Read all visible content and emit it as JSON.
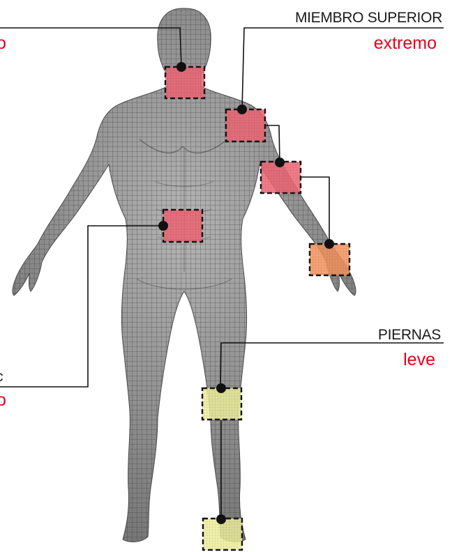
{
  "labels": [
    {
      "id": "cuello-severity-fragment",
      "text": "o",
      "color": "#e3001b"
    },
    {
      "id": "miembro-superior-title",
      "text": "MIEMBRO SUPERIOR",
      "color": "#1a1a1a"
    },
    {
      "id": "miembro-superior-severity",
      "text": "extremo",
      "color": "#e3001b"
    },
    {
      "id": "tronco-title-fragment",
      "text": "c",
      "color": "#1a1a1a"
    },
    {
      "id": "tronco-severity-fragment",
      "text": "o",
      "color": "#e3001b"
    },
    {
      "id": "piernas-title",
      "text": "PIERNAS",
      "color": "#1a1a1a"
    },
    {
      "id": "piernas-severity",
      "text": "leve",
      "color": "#e3001b"
    }
  ],
  "severity_colors": {
    "extreme": "#f06472",
    "high": "#f4925a",
    "mild": "#eef09a"
  },
  "zone_severity": {
    "neck": "extreme",
    "shoulder": "extreme",
    "elbow": "extreme",
    "wrist": "high",
    "lower-back": "extreme",
    "knee": "mild",
    "ankle": "mild"
  },
  "body": {
    "mesh_color": "#8a8a8a",
    "wire_color": "#3c3c3c"
  }
}
